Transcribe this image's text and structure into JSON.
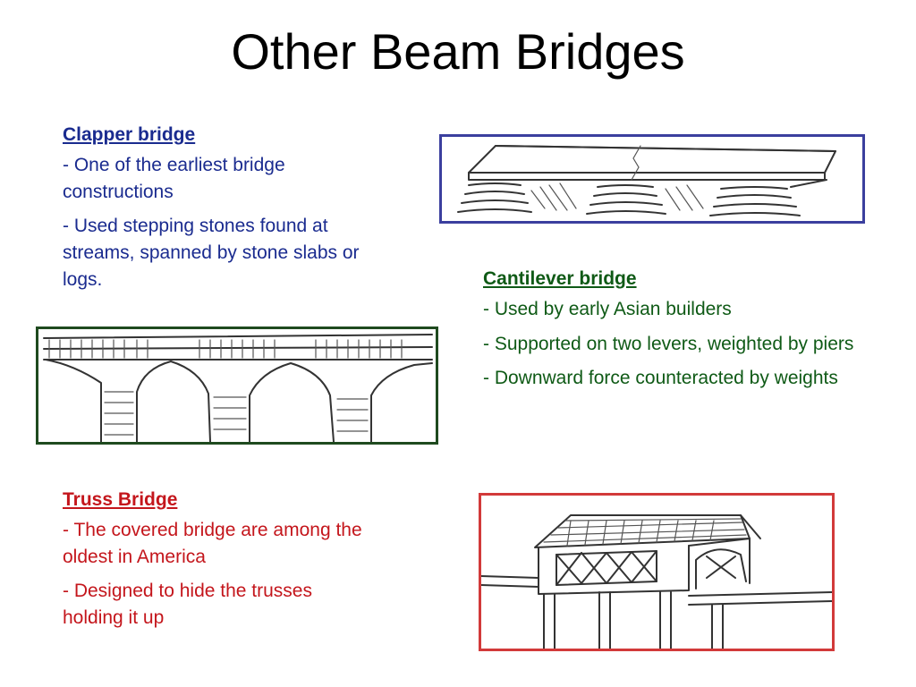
{
  "slide": {
    "title": "Other Beam Bridges"
  },
  "sections": {
    "clapper": {
      "heading": "Clapper bridge",
      "points": [
        "- One of the earliest bridge constructions",
        "- Used stepping stones found at streams, spanned by stone slabs or logs."
      ],
      "color": "#1a2b8f"
    },
    "cantilever": {
      "heading": "Cantilever bridge",
      "points": [
        "- Used by early Asian builders",
        "- Supported on two levers, weighted by piers",
        "- Downward force counteracted by weights"
      ],
      "color": "#0f5a16"
    },
    "truss": {
      "heading": "Truss  Bridge",
      "points": [
        "- The covered bridge are among the oldest in America",
        "- Designed to hide the trusses holding it up"
      ],
      "color": "#c4161c"
    }
  },
  "figures": {
    "clapper_border": "#3b3f9e",
    "cantilever_border": "#1f4a1f",
    "truss_border": "#d23a3a"
  }
}
